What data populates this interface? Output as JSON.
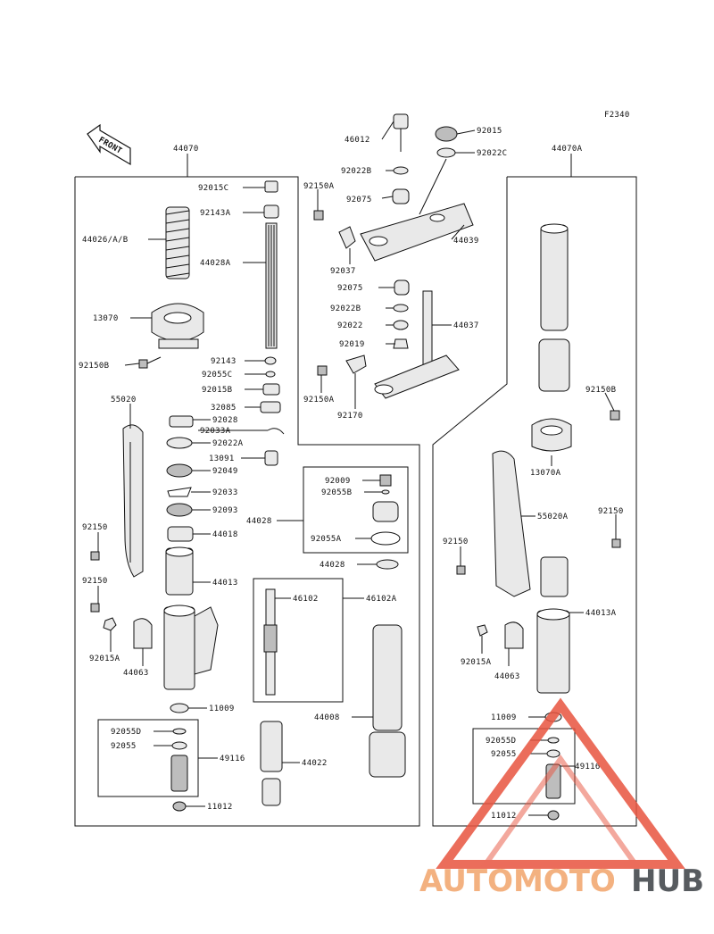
{
  "figure_code": "F2340",
  "front_label": "FRONT",
  "watermark": {
    "part1": "AUTOMOTO",
    "part2": "HUB",
    "color1": "#f2a46a",
    "color2": "#3a3f44",
    "triangle_color": "#e8543f"
  },
  "labels": {
    "l44070": "44070",
    "l44070A": "44070A",
    "l92015C": "92015C",
    "l92143A": "92143A",
    "l44026": "44026/A/B",
    "l44028A": "44028A",
    "l13070": "13070",
    "l92150B": "92150B",
    "l92143": "92143",
    "l92055C": "92055C",
    "l92015B": "92015B",
    "l32085": "32085",
    "l55020": "55020",
    "l92028": "92028",
    "l92033A": "92033A",
    "l92022A": "92022A",
    "l13091": "13091",
    "l92049": "92049",
    "l92033": "92033",
    "l92093": "92093",
    "l44018": "44018",
    "l92150": "92150",
    "l92150b2": "92150",
    "l44013": "44013",
    "l92015A": "92015A",
    "l44063": "44063",
    "l11009": "11009",
    "l92055D": "92055D",
    "l92055": "92055",
    "l49116": "49116",
    "l11012": "11012",
    "l44022": "44022",
    "l44008": "44008",
    "l46102": "46102",
    "l46102A": "46102A",
    "l44028": "44028",
    "l92009": "92009",
    "l92055B": "92055B",
    "l92055A": "92055A",
    "l44028b": "44028",
    "l46012": "46012",
    "l92015": "92015",
    "l92022C": "92022C",
    "l92022B": "92022B",
    "l92150A": "92150A",
    "l92075": "92075",
    "l44039": "44039",
    "l92037": "92037",
    "l92075b": "92075",
    "l92022Bb": "92022B",
    "l92022": "92022",
    "l44037": "44037",
    "l92019": "92019",
    "l92150Ab": "92150A",
    "l92170": "92170",
    "r92150B": "92150B",
    "r13070A": "13070A",
    "r55020A": "55020A",
    "r92150": "92150",
    "r92150b": "92150",
    "r44013A": "44013A",
    "r92015A": "92015A",
    "r44063": "44063",
    "r11009": "11009",
    "r92055D": "92055D",
    "r92055": "92055",
    "r49116": "49116",
    "r11012": "11012"
  }
}
